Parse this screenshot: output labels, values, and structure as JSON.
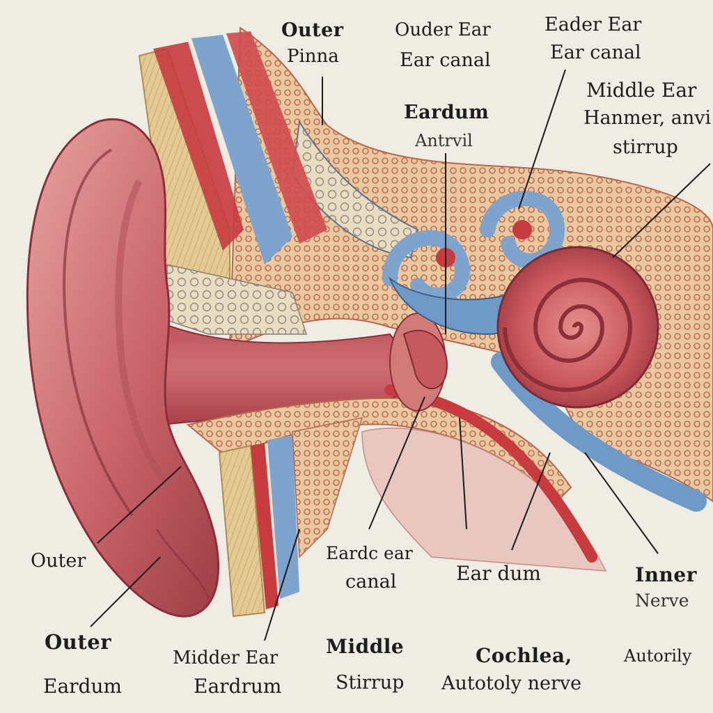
{
  "colors": {
    "background": "#efece3",
    "skin": "#c9646a",
    "skin_dark": "#9e3d45",
    "skin_light": "#e39a98",
    "bone": "#e2c690",
    "bone_dots": "#c67560",
    "vessel_red": "#c73a3e",
    "vessel_blue": "#6f9ac7",
    "cochlea": "#c9575c",
    "leader_line": "#1a1a1a"
  },
  "labels": {
    "outer_pinna_title": "Outer",
    "outer_pinna_sub": "Pinna",
    "ouder_ear": "Ouder Ear",
    "ear_canal_top": "Ear canal",
    "eader_ear": "Eader Ear",
    "ear_canal_right": "Ear canal",
    "eardum_top": "Eardum",
    "antrvil": "Antrvil",
    "middle_ear_right": "Middle Ear",
    "hanmer_anvil": "Hanmer, anvi",
    "stirrup_right": "stirrup",
    "outer_left": "Outer",
    "eardcear_line1": "Eardc ear",
    "eardcear_line2": "canal",
    "ear_dum": "Ear dum",
    "inner_title": "Inner",
    "nerve": "Nerve",
    "outer_bottom": "Outer",
    "eardum_bottom": "Eardum",
    "midder_ear": "Midder Ear",
    "eardrum_bottom": "Eardrum",
    "middle_bottom": "Middle",
    "stirrup_bottom": "Stirrup",
    "cochlea_title": "Cochlea,",
    "autoly_nerve": "Autotoly nerve",
    "autorily": "Autorily"
  }
}
